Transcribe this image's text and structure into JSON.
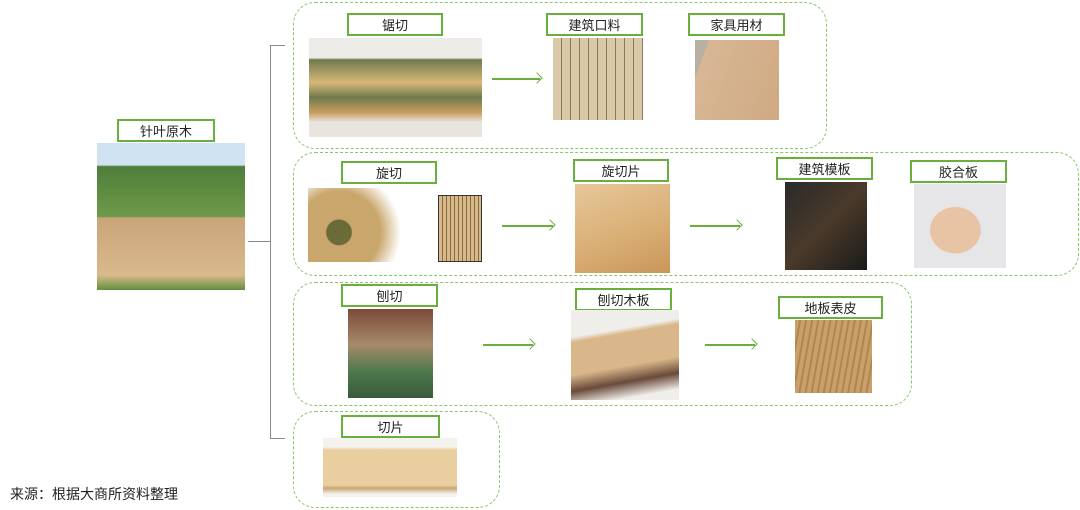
{
  "root": {
    "label": "针叶原木"
  },
  "groups": [
    {
      "process": "锯切",
      "products": [
        "建筑口料",
        "家具用材"
      ]
    },
    {
      "process": "旋切",
      "intermediate": "旋切片",
      "products": [
        "建筑模板",
        "胶合板"
      ]
    },
    {
      "process": "刨切",
      "intermediate": "刨切木板",
      "products": [
        "地板表皮"
      ]
    },
    {
      "process": "切片"
    }
  ],
  "source": "来源：根据大商所资料整理",
  "colors": {
    "accent": "#6aaf3d",
    "dashed": "#8cc66a"
  }
}
